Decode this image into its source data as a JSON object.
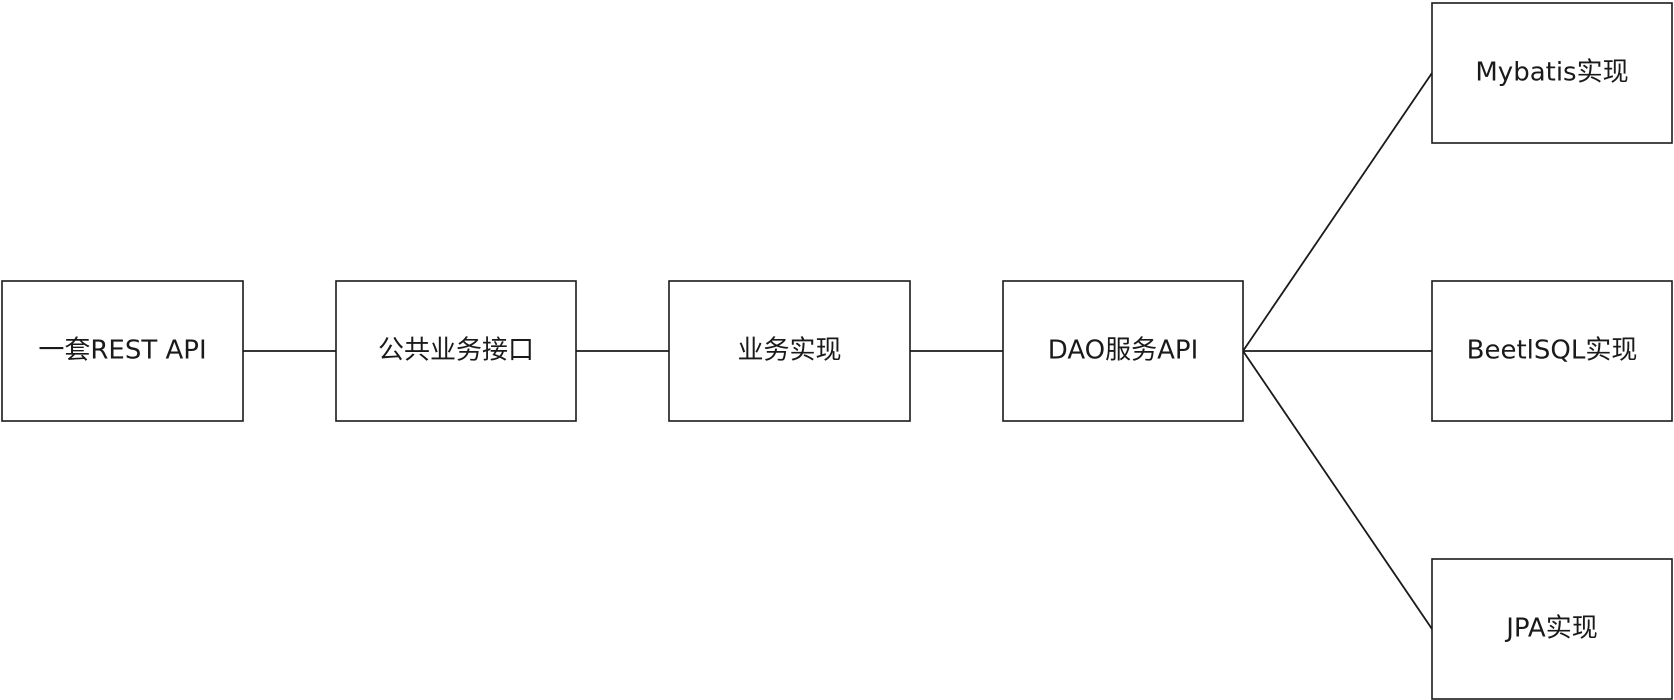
{
  "diagram": {
    "nodes": [
      {
        "id": "rest-api",
        "label": "一套REST API"
      },
      {
        "id": "public-interface",
        "label": "公共业务接口"
      },
      {
        "id": "business-impl",
        "label": "业务实现"
      },
      {
        "id": "dao-api",
        "label": "DAO服务API"
      },
      {
        "id": "mybatis-impl",
        "label": "Mybatis实现"
      },
      {
        "id": "beetlsql-impl",
        "label": "BeetlSQL实现"
      },
      {
        "id": "jpa-impl",
        "label": "JPA实现"
      }
    ],
    "edges": [
      {
        "from": "rest-api",
        "to": "public-interface"
      },
      {
        "from": "public-interface",
        "to": "business-impl"
      },
      {
        "from": "business-impl",
        "to": "dao-api"
      },
      {
        "from": "dao-api",
        "to": "mybatis-impl"
      },
      {
        "from": "dao-api",
        "to": "beetlsql-impl"
      },
      {
        "from": "dao-api",
        "to": "jpa-impl"
      }
    ]
  }
}
